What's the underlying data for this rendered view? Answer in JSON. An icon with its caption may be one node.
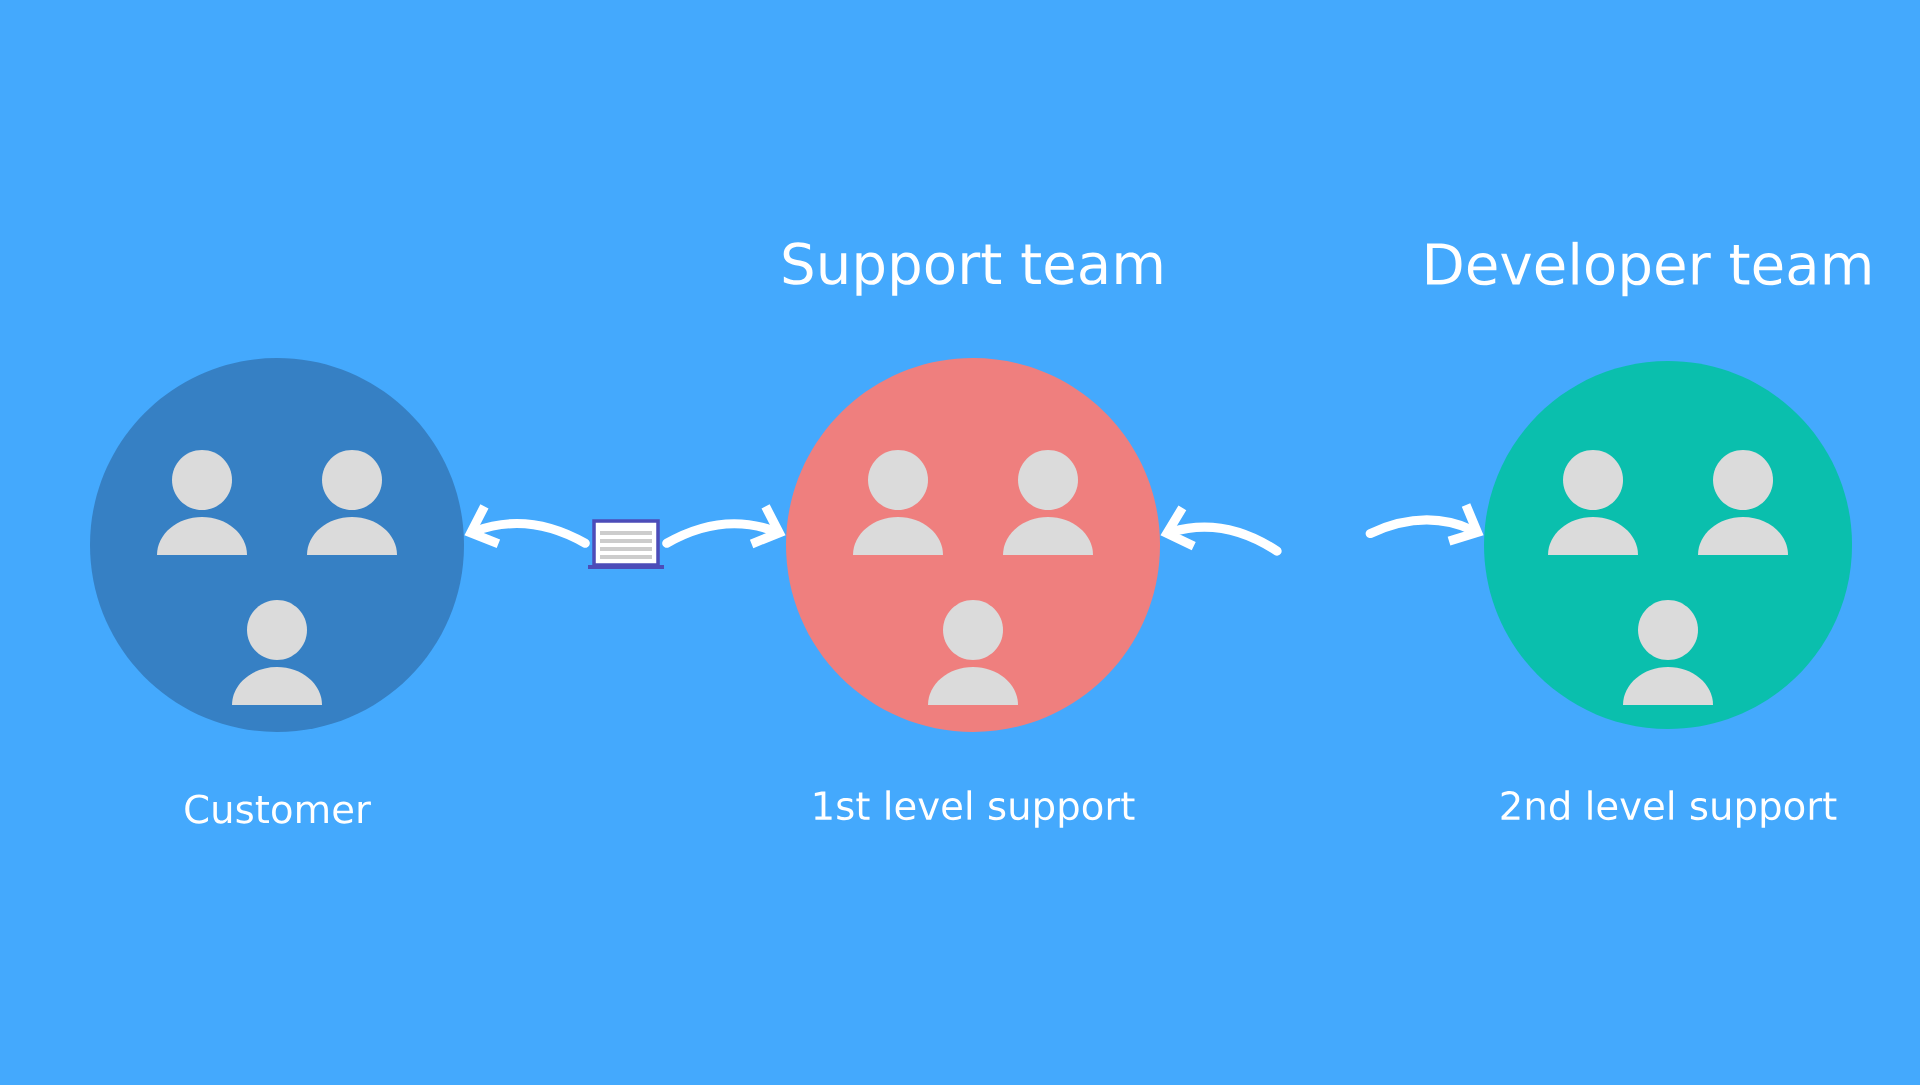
{
  "diagram": {
    "nodes": [
      {
        "text": [
          "Customer"
        ]
      },
      {
        "text": [
          "Support team",
          "1st level support"
        ]
      },
      {
        "text": [
          "Developer team",
          "2nd level support"
        ]
      },
      {
        "text": [],
        "shape": "picture"
      }
    ],
    "edges": [
      {
        "from": 3,
        "to": 0,
        "arrow": "to"
      },
      {
        "from": 3,
        "to": 1,
        "arrow": "to"
      },
      {
        "from": null,
        "to": 1,
        "arrow": "to"
      },
      {
        "from": null,
        "to": 2,
        "arrow": "to"
      }
    ]
  }
}
